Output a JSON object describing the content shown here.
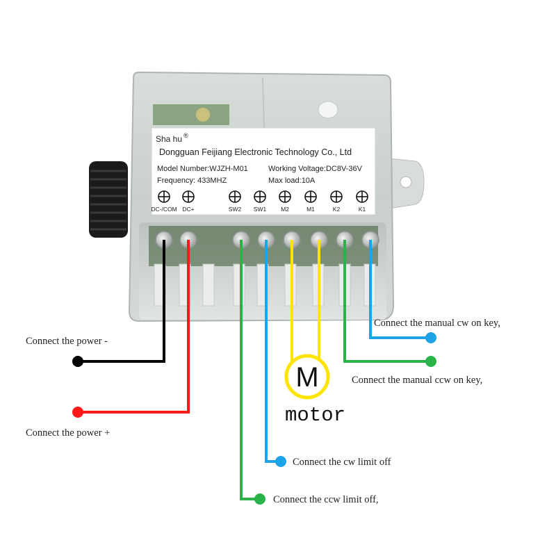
{
  "module": {
    "brand": "Sha hu",
    "brand_mark": "®",
    "company": "Dongguan Feijiang Electronic Technology Co., Ltd",
    "model_number": "Model Number:WJZH-M01",
    "working_voltage": "Working Voltage:DC8V-36V",
    "frequency": "Frequency: 433MHZ",
    "max_load": "Max load:10A",
    "terminals": [
      "DC-/COM",
      "DC+",
      "SW2",
      "SW1",
      "M2",
      "M1",
      "K2",
      "K1"
    ]
  },
  "motor": {
    "symbol": "M",
    "label": "motor"
  },
  "connections": {
    "power_minus": "Connect the power -",
    "power_plus": "Connect the power +",
    "cw_on_key": "Connect the manual cw on key,",
    "ccw_on_key": "Connect the manual ccw on key,",
    "cw_limit": "Connect the cw limit off",
    "ccw_limit": "Connect the ccw limit off,"
  },
  "colors": {
    "black_wire": "#000000",
    "red_wire": "#ff1a1a",
    "green_wire": "#2bb34a",
    "blue_wire": "#1ea3e6",
    "yellow_wire": "#ffe400",
    "label_text": "#222222"
  }
}
